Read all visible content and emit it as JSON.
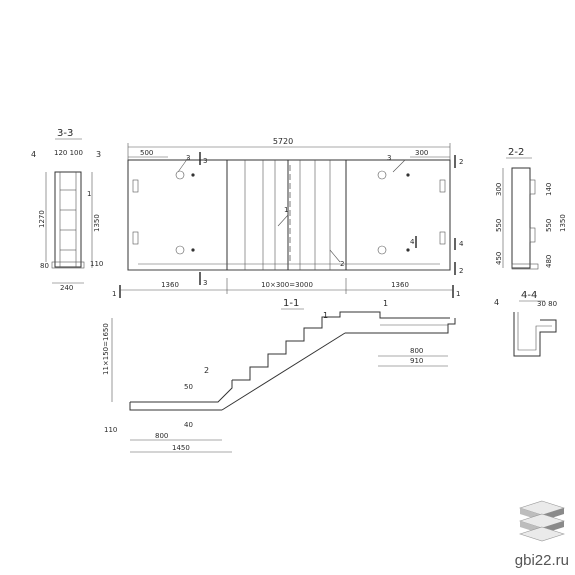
{
  "sections": {
    "s33": "3-3",
    "s22": "2-2",
    "s11": "1-1",
    "s44": "4-4"
  },
  "marks": {
    "m1": "1",
    "m2": "2",
    "m3": "3",
    "m4": "4"
  },
  "dims": {
    "total_length": "5720",
    "top_left_500": "500",
    "top_right_500": "300",
    "bottom_left": "1360",
    "bottom_mid": "10×300=3000",
    "bottom_right": "1360",
    "s33_width_top": "120 100",
    "s33_height_1270": "1270",
    "s33_height_1350": "1350",
    "s33_80": "80",
    "s33_110": "110",
    "s33_240": "240",
    "s22_300": "300",
    "s22_550": "550",
    "s22_1350": "1350",
    "s22_480": "480",
    "s22_450": "450",
    "s22_140": "140",
    "s44_3080": "30 80",
    "s11_rise": "11×150=1650",
    "s11_800_top": "800",
    "s11_910": "910",
    "s11_800_bottom": "800",
    "s11_1450": "1450",
    "s11_50": "50",
    "s11_110": "110",
    "s11_40": "40"
  },
  "section_arrows": {
    "a1": "1",
    "a2": "2",
    "a3": "3",
    "a4": "4"
  },
  "watermark": {
    "site": "gbi22.ru",
    "icon": "stacked-slabs-logo-icon"
  }
}
